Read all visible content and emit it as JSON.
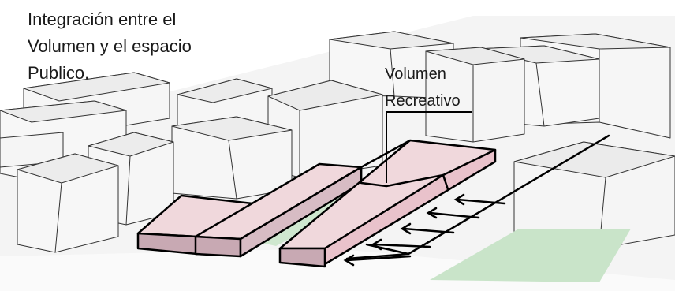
{
  "title_lines": [
    "Integración entre el",
    "Volumen y el espacio",
    "Publico."
  ],
  "callout_lines": [
    "Volumen",
    "Recreativo"
  ],
  "colors": {
    "background": "#ffffff",
    "ground_plane": "#f2f2f2",
    "context_building_front": "#f6f6f6",
    "context_building_top": "#ececec",
    "context_building_side": "#e2e2e2",
    "proposed_volume_top": "#f0d8dc",
    "proposed_volume_top_highlight": "#e9c2cb",
    "proposed_volume_side": "#c8a9b3",
    "green_public_space": "#c8e3c8",
    "line": "#000000"
  },
  "elements": {
    "context_buildings": "light grey massing of surrounding blocks",
    "proposed_volumes": "three elongated pink bars outlined in black",
    "green_strips": "green public space between and beside the volumes",
    "circulation_arrows": "five parallel arrows pointing towards the volumes"
  }
}
